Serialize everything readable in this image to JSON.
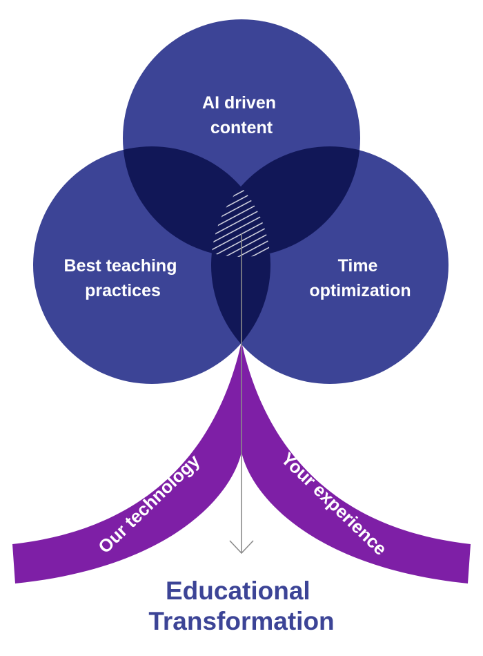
{
  "diagram": {
    "circles": {
      "top": {
        "line1": "AI driven",
        "line2": "content"
      },
      "left": {
        "line1": "Best teaching",
        "line2": "practices"
      },
      "right": {
        "line1": "Time",
        "line2": "optimization"
      }
    },
    "bands": {
      "left": "Our technology",
      "right": "Your experience"
    },
    "result": {
      "line1": "Educational",
      "line2": "Transformation"
    }
  },
  "colors": {
    "circle_fill": "#3c4496",
    "overlap_fill": "#111757",
    "band_fill": "#7e1fa6",
    "arrow": "#8a8a8a",
    "result_text": "#3c4496"
  }
}
